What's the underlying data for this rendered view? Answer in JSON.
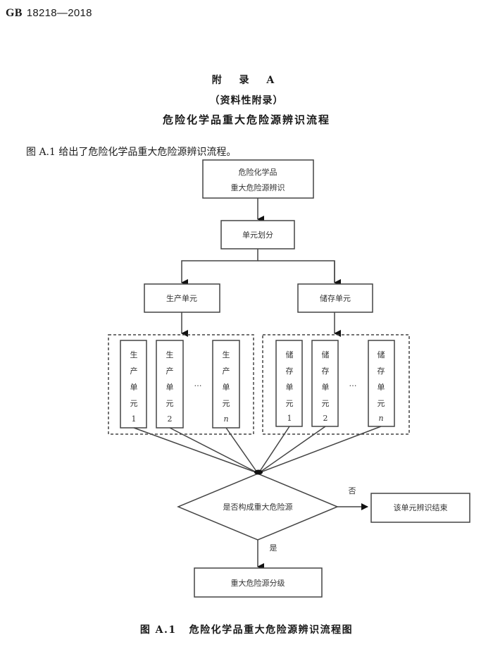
{
  "header": {
    "std_prefix": "GB",
    "std_number": "18218—2018"
  },
  "appendix": {
    "title": "附 录 A",
    "subtitle": "（资料性附录）",
    "heading": "危险化学品重大危险源辨识流程"
  },
  "intro_text": "图 A.1 给出了危险化学品重大危险源辨识流程。",
  "flowchart": {
    "start_line1": "危险化学品",
    "start_line2": "重大危险源辨识",
    "partition": "单元划分",
    "production_unit": "生产单元",
    "storage_unit": "储存单元",
    "production_items": [
      {
        "chars": [
          "生",
          "产",
          "单",
          "元"
        ],
        "index": "1"
      },
      {
        "chars": [
          "生",
          "产",
          "单",
          "元"
        ],
        "index": "2"
      },
      {
        "chars": [
          "生",
          "产",
          "单",
          "元"
        ],
        "index": "n"
      }
    ],
    "storage_items": [
      {
        "chars": [
          "储",
          "存",
          "单",
          "元"
        ],
        "index": "1"
      },
      {
        "chars": [
          "储",
          "存",
          "单",
          "元"
        ],
        "index": "2"
      },
      {
        "chars": [
          "储",
          "存",
          "单",
          "元"
        ],
        "index": "n"
      }
    ],
    "ellipsis": "…",
    "decision": "是否构成重大危险源",
    "no_label": "否",
    "yes_label": "是",
    "end_node": "该单元辨识结束",
    "grading_node": "重大危险源分级"
  },
  "caption": {
    "number": "图 A.1",
    "title": "危险化学品重大危险源辨识流程图"
  }
}
